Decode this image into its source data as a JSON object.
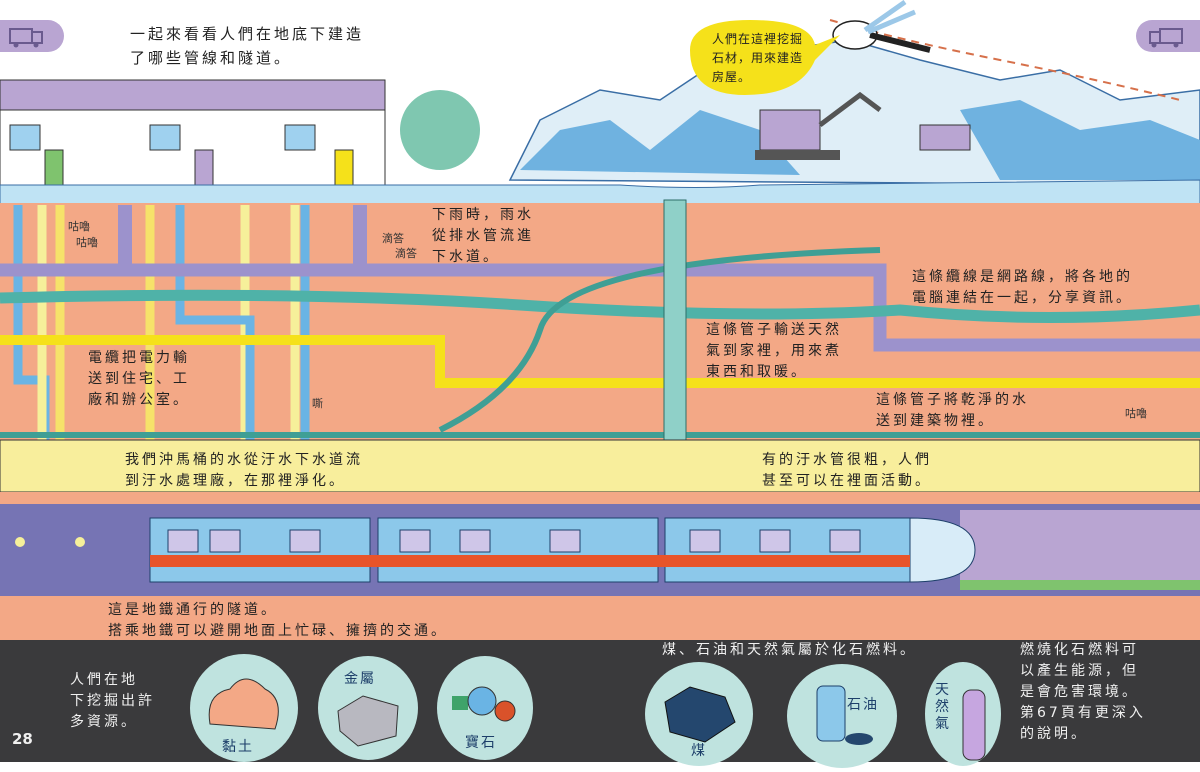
{
  "intro": {
    "line1": "一起來看看人們在地底下建造",
    "line2": "了哪些管線和隧道。"
  },
  "speech_bubble": {
    "line1": "人們在這裡挖掘",
    "line2": "石材，用來建造",
    "line3": "房屋。"
  },
  "annotations": {
    "rain": [
      "下雨時，雨水",
      "從排水管流進",
      "下水道。"
    ],
    "power": [
      "電纜把電力輸",
      "送到住宅、工",
      "廠和辦公室。"
    ],
    "network": [
      "這條纜線是網路線，將各地的",
      "電腦連結在一起，分享資訊。"
    ],
    "gas": [
      "這條管子輸送天然",
      "氣到家裡，用來煮",
      "東西和取暖。"
    ],
    "water": [
      "這條管子將乾淨的水",
      "送到建築物裡。"
    ],
    "sewer": [
      "我們沖馬桶的水從汙水下水道流",
      "到汙水處理廠，在那裡淨化。"
    ],
    "big_sewer": [
      "有的汙水管很粗，人們",
      "甚至可以在裡面活動。"
    ],
    "subway": [
      "這是地鐵通行的隧道。",
      "搭乘地鐵可以避開地面上忙碌、擁擠的交通。"
    ]
  },
  "sound_effects": {
    "gurgle1": "咕嚕",
    "gurgle2": "咕嚕",
    "drip1": "滴答",
    "drip2": "滴答",
    "hiss": "嘶",
    "gurgle3": "咕嚕"
  },
  "resources": {
    "intro": [
      "人們在地",
      "下挖掘出許",
      "多資源。"
    ],
    "clay": "黏土",
    "metal": "金屬",
    "gems": "寶石",
    "fossil_title": "煤、石油和天然氣屬於化石燃料。",
    "coal": "煤",
    "oil": "石油",
    "gas": "天然氣",
    "warning": [
      "燃燒化石燃料可",
      "以產生能源，但",
      "是會危害環境。",
      "第67頁有更深入",
      "的說明。"
    ]
  },
  "page_number": "28",
  "colors": {
    "soil": "#f3a886",
    "sewer": "#f8ee9c",
    "tunnel": "#7674b4",
    "bottom": "#3a3a3c",
    "train_stripe": "#e8542a",
    "train_body": "#8cc8ea"
  }
}
